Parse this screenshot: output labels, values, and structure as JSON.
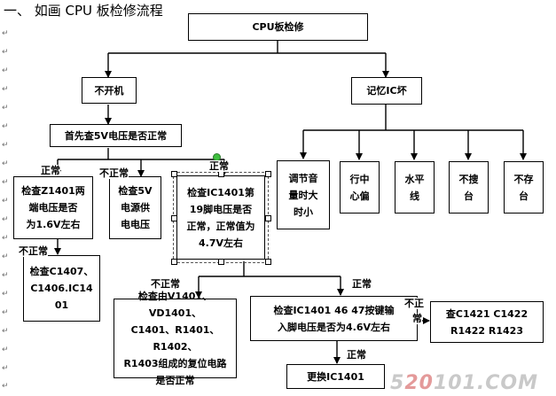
{
  "heading": "一、 如画 CPU 板检修流程",
  "para_mark": "↵",
  "boxes": {
    "root": "CPU板检修",
    "no_power": "不开机",
    "memory_ic": "记忆IC坏",
    "check_5v": "首先查5V电压是否正常",
    "check_z1401": "检查Z1401两\n端电压是否\n为1.6V左右",
    "check_5v_supply": "检查5V\n电源供\n电电压",
    "check_ic1401_pin19": "检查IC1401第\n19脚电压是否\n正常，正常值为\n4.7V左右",
    "check_c1407": "检查C1407、\nC1406.IC14\n01",
    "reset_circuit": "检查由V1401、VD1401、\nC1401、R1401、R1402、\nR1403组成的复位电路\n是否正常",
    "check_key_input": "检查IC1401  46  47按键输\n入脚电压是否为4.6V左右",
    "check_c1421": "查C1421   C1422\nR1422  R1423",
    "replace_ic1401": "更换IC1401",
    "volume_time": "调节音\n量时大\n时小",
    "line_center": "行中\n心偏",
    "horizontal_line": "水平\n线",
    "no_search": "不搜\n台",
    "no_store": "不存\n台"
  },
  "labels": {
    "normal_1": "正常",
    "abnormal_1": "不正常",
    "normal_2": "正常",
    "abnormal_2": "不正常",
    "abnormal_3": "不正常",
    "normal_3": "正常",
    "abnormal_4_a": "不正",
    "abnormal_4_b": "常",
    "normal_4": "正常"
  },
  "watermark": {
    "a": "5",
    "b": "20",
    "c": "1",
    "d": "01.COM"
  }
}
